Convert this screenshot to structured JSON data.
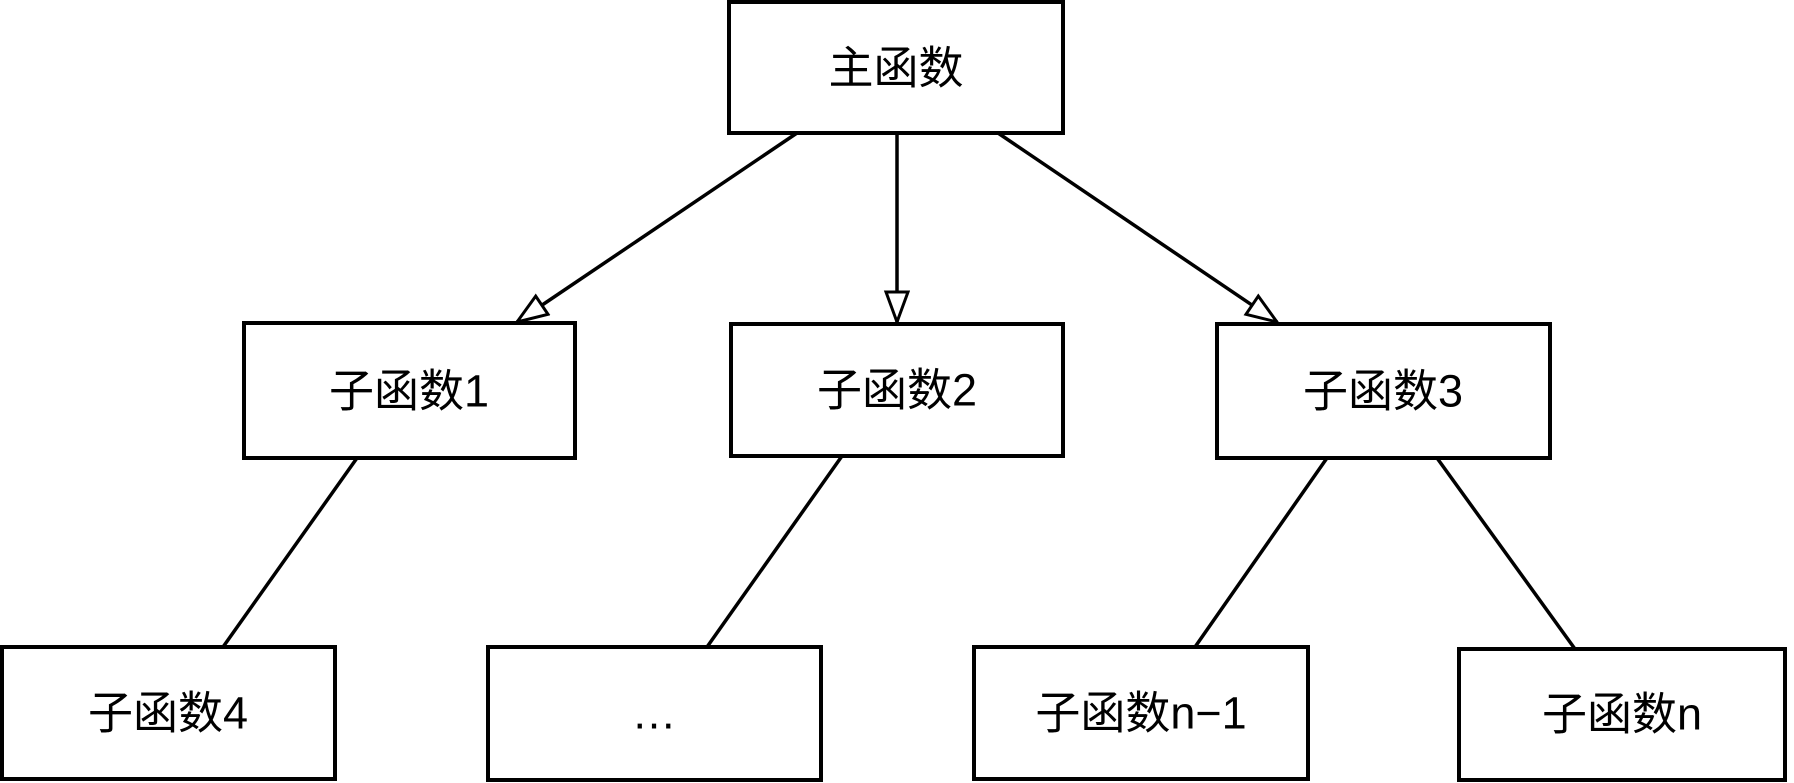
{
  "diagram": {
    "type": "tree",
    "background_color": "#ffffff",
    "line_color": "#000000",
    "box_fill_color": "#ffffff",
    "text_color": "#000000",
    "nodes": {
      "main": {
        "label": "主函数"
      },
      "sub1": {
        "label": "子函数1"
      },
      "sub2": {
        "label": "子函数2"
      },
      "sub3": {
        "label": "子函数3"
      },
      "sub4": {
        "label": "子函数4"
      },
      "ellipsis": {
        "label": "…"
      },
      "sub_n_minus_1": {
        "label": "子函数n−1"
      },
      "sub_n": {
        "label": "子函数n"
      }
    },
    "edges": [
      {
        "from": "main",
        "to": "sub1",
        "arrowhead": "open-triangle"
      },
      {
        "from": "main",
        "to": "sub2",
        "arrowhead": "open-triangle"
      },
      {
        "from": "main",
        "to": "sub3",
        "arrowhead": "open-triangle"
      },
      {
        "from": "sub1",
        "to": "sub4",
        "arrowhead": "none"
      },
      {
        "from": "sub2",
        "to": "ellipsis",
        "arrowhead": "none"
      },
      {
        "from": "sub3",
        "to": "sub_n_minus_1",
        "arrowhead": "none"
      },
      {
        "from": "sub3",
        "to": "sub_n",
        "arrowhead": "none"
      }
    ]
  }
}
